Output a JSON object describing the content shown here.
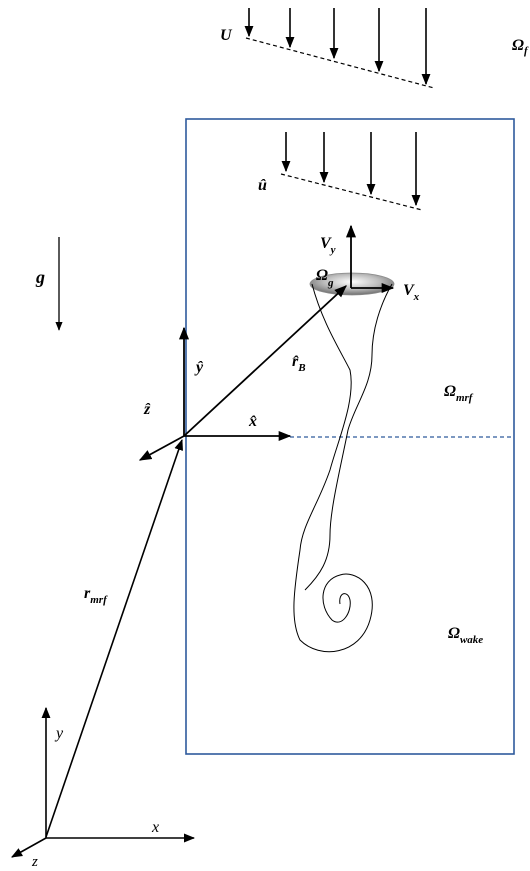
{
  "labels": {
    "U": "U",
    "omega_far": "Ω",
    "omega_far_sub": "f",
    "u_hat": "û",
    "vy": "V",
    "vy_sub": "y",
    "vx": "V",
    "vx_sub": "x",
    "omega_g": "Ω",
    "omega_g_sub": "g",
    "g": "g",
    "y_hat": "ŷ",
    "rB_hat": "r̂",
    "rB_sub": "B",
    "z_hat": "ẑ",
    "x_hat": "x̂",
    "omega_mrf": "Ω",
    "omega_mrf_sub": "mrf",
    "r_mrf": "r",
    "r_mrf_sub": "mrf",
    "omega_wake": "Ω",
    "omega_wake_sub": "wake",
    "y": "y",
    "x": "x",
    "z": "z"
  },
  "colors": {
    "domain_border": "#2e5a9c",
    "interface_line": "#2e5a9c",
    "ink": "#000000"
  }
}
